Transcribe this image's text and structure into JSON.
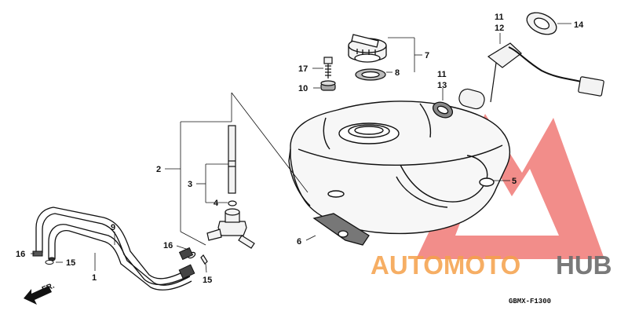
{
  "diagram": {
    "callouts": {
      "c1": "1",
      "c2": "2",
      "c3": "3",
      "c4": "4",
      "c5": "5",
      "c6": "6",
      "c7": "7",
      "c8": "8",
      "c9": "9",
      "c10": "10",
      "c11a": "11",
      "c11b": "11",
      "c12": "12",
      "c13": "13",
      "c14": "14",
      "c15a": "15",
      "c15b": "15",
      "c16a": "16",
      "c16b": "16",
      "c17": "17"
    },
    "front_arrow_label": "FR.",
    "figure_code": "GBMX-F1300"
  },
  "watermark": {
    "brand_text": "AUTOMOTOHUB",
    "brand_part1": "AUTOMOTO",
    "brand_part2": "HUB",
    "color_orange": "#f5a04a",
    "color_gray": "#6b6b6b",
    "triangle_color": "#e8312c"
  }
}
